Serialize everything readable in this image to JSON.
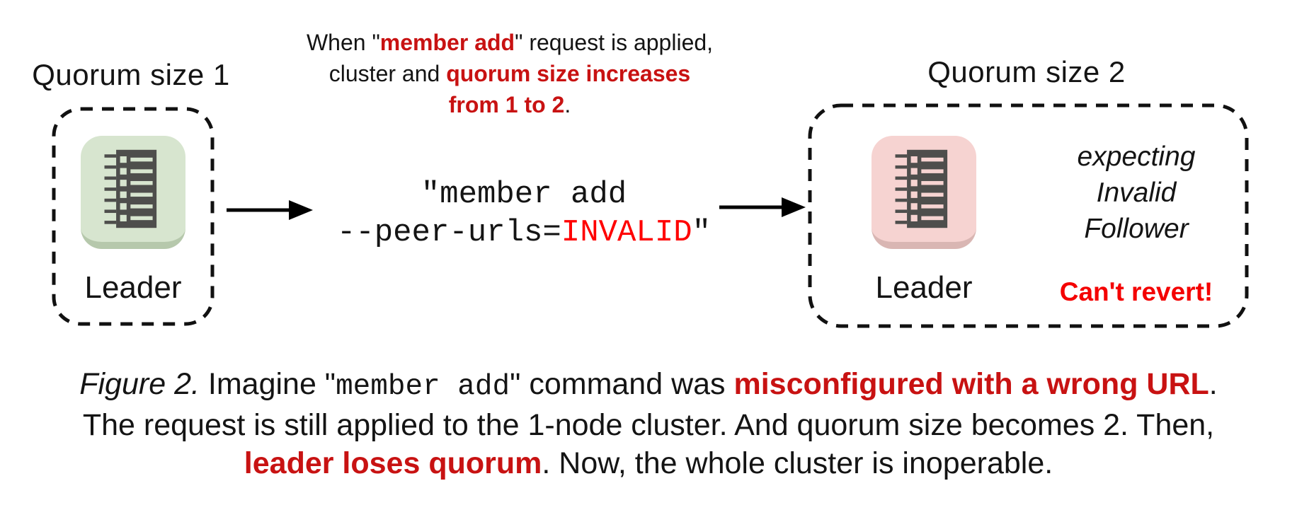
{
  "colors": {
    "red_emphasis": "#c81212",
    "red_code": "#ff0000",
    "red_warning": "#f40000",
    "node_green_bg": "#d7e5cf",
    "node_green_edge": "#b6c8ac",
    "node_pink_bg": "#f6d3d1",
    "node_pink_edge": "#d9b6b3",
    "glyph": "#4e4e4c"
  },
  "left_cluster": {
    "title": "Quorum size 1",
    "node_label": "Leader"
  },
  "annotation": {
    "l1_a": "When \"",
    "l1_red": "member add",
    "l1_b": "\" request is applied,",
    "l2_a": "cluster and ",
    "l2_red": "quorum size increases",
    "l3_red": "from 1 to 2",
    "l3_b": "."
  },
  "command": {
    "l1": "\"member add",
    "l2_a": "--peer-urls=",
    "l2_red": "INVALID",
    "l2_b": "\""
  },
  "right_cluster": {
    "title": "Quorum size 2",
    "node_label": "Leader",
    "note_lines": [
      "expecting",
      "Invalid",
      "Follower"
    ],
    "warning": "Can't revert!"
  },
  "caption": {
    "l1_figure": "Figure 2.",
    "l1_a": " Imagine \"",
    "l1_code": "member add",
    "l1_b": "\" command was ",
    "l1_red": "misconfigured with a wrong URL",
    "l1_c": ".",
    "l2": "The request is still applied to the 1-node cluster. And quorum size becomes 2. Then,",
    "l3_red": "leader loses quorum",
    "l3_a": ". Now, the whole cluster is inoperable."
  }
}
